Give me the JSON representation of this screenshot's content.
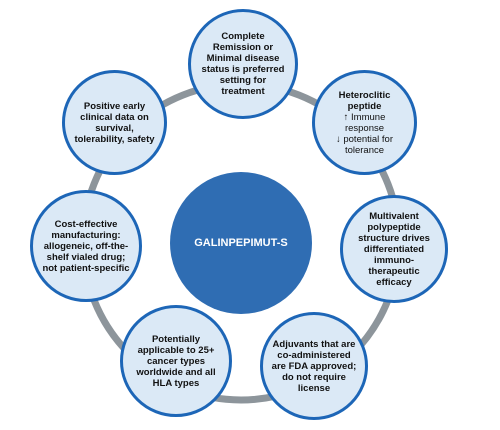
{
  "center": {
    "label": "GALINPEPIMUT-S"
  },
  "nodes": [
    {
      "text": "Complete Remission or Minimal disease status is preferred setting for treatment"
    },
    {
      "title": "Heteroclitic peptide",
      "items": [
        {
          "arrow": "↑",
          "text": "Immune response"
        },
        {
          "arrow": "↓",
          "text": "potential for tolerance"
        }
      ]
    },
    {
      "text": "Multivalent polypeptide structure drives differentiated immuno-therapeutic efficacy"
    },
    {
      "text": "Adjuvants that are co-administered are FDA approved; do not require license"
    },
    {
      "text": "Potentially applicable to 25+ cancer types worldwide and all HLA types"
    },
    {
      "text": "Cost-effective manufacturing: allogeneic, off-the-shelf vialed drug; not patient-specific"
    },
    {
      "text": "Positive early clinical data on survival, tolerability, safety"
    }
  ],
  "colors": {
    "ring": "#8d959b",
    "node_fill": "#dbe9f6",
    "node_border": "#1d66b7",
    "center_fill": "#2f6db3",
    "center_text": "#ffffff"
  }
}
